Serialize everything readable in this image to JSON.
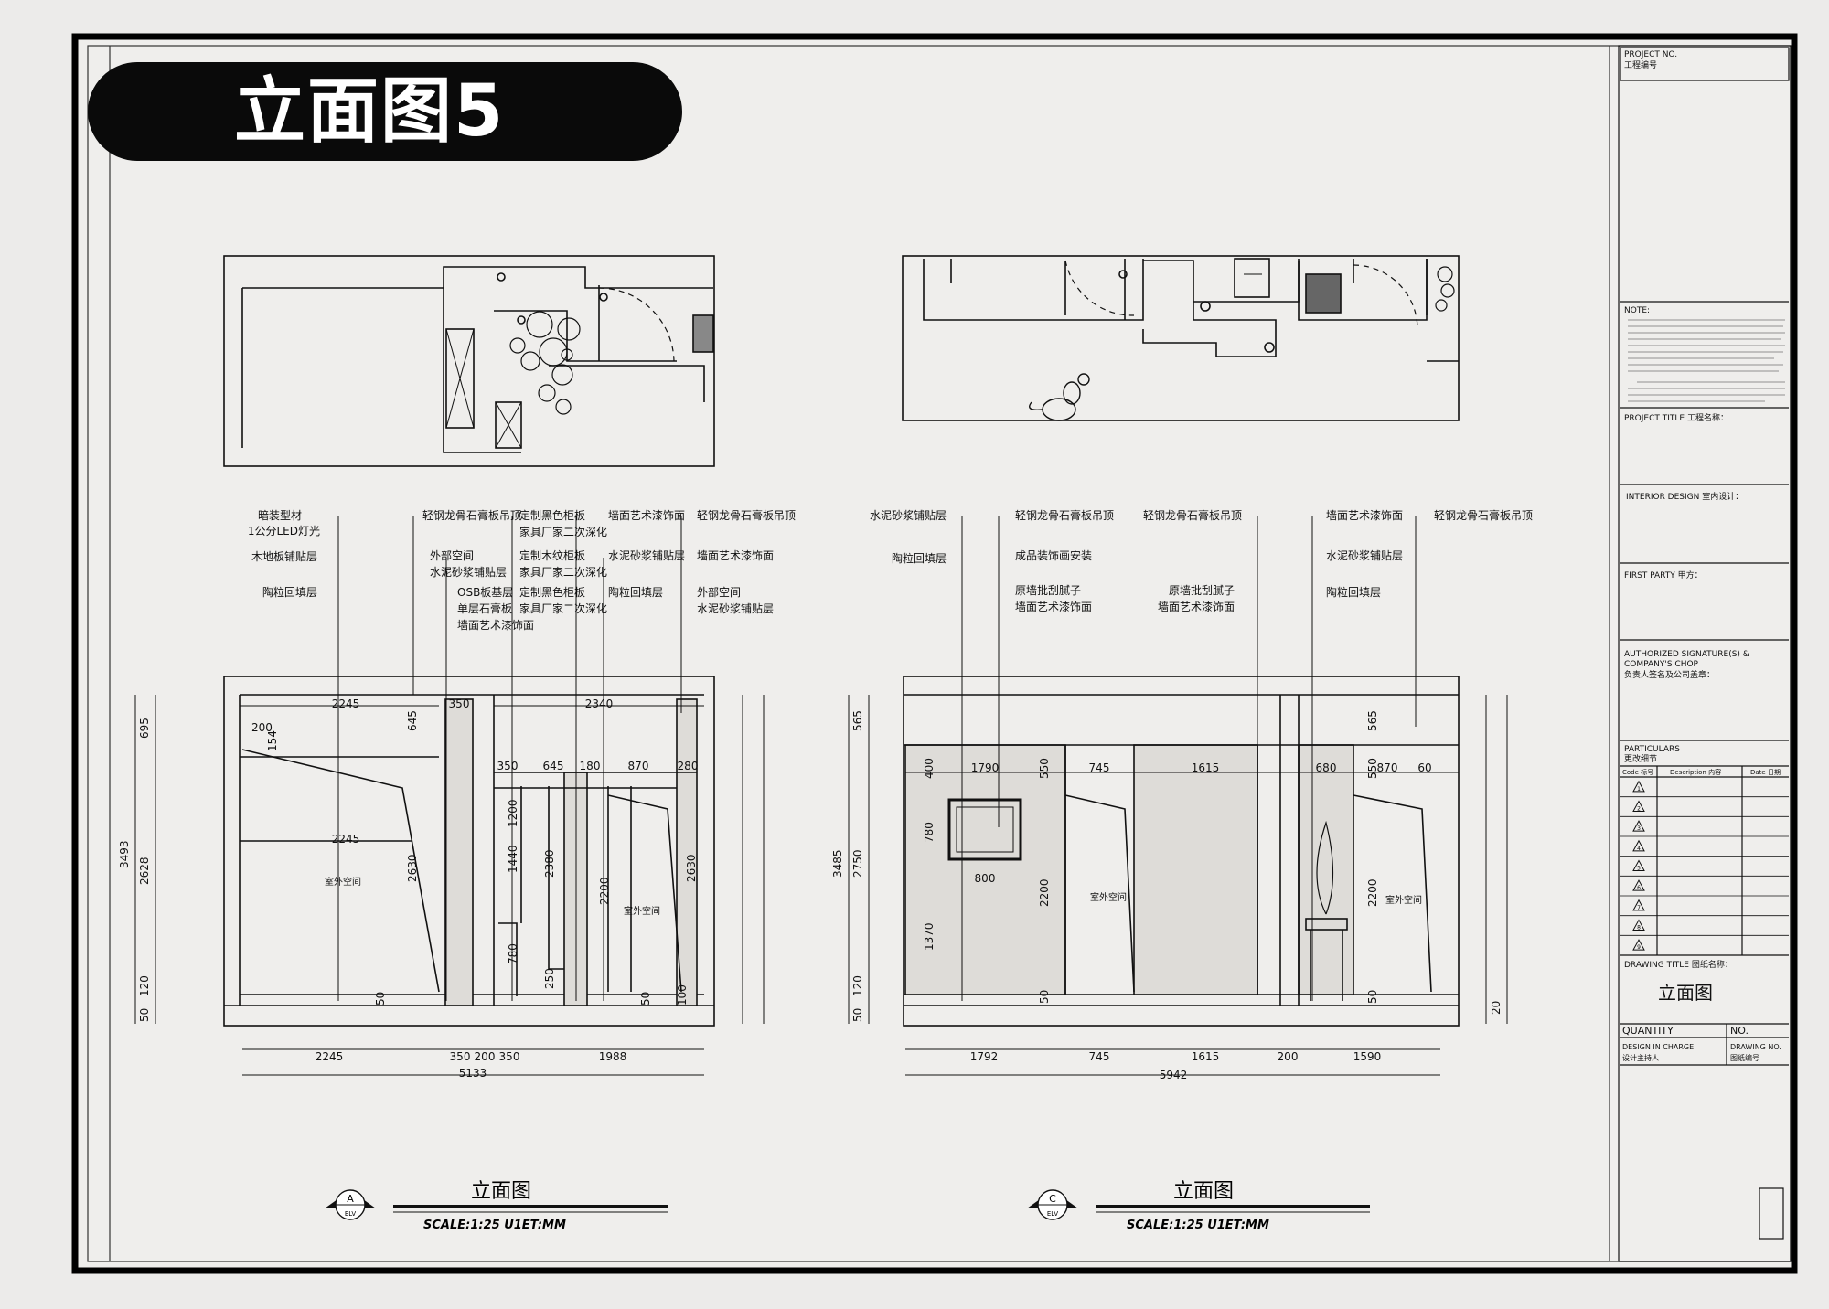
{
  "banner": {
    "title": "立面图5"
  },
  "elevation_a": {
    "view_label": "A",
    "view_sub": "ELV",
    "title": "立面图",
    "scale": "SCALE:1:25    U1ET:MM",
    "callouts_left": [
      "暗装型材",
      "1公分LED灯光",
      "木地板铺贴层",
      "陶粒回填层"
    ],
    "callouts_top": [
      "轻钢龙骨石膏板吊顶",
      "外部空间",
      "水泥砂浆铺贴层",
      "OSB板基层",
      "单层石膏板",
      "墙面艺术漆饰面",
      "定制黑色柜板",
      "家具厂家二次深化",
      "定制木纹柜板",
      "家具厂家二次深化",
      "定制黑色柜板",
      "家具厂家二次深化",
      "墙面艺术漆饰面",
      "水泥砂浆铺贴层",
      "陶粒回填层",
      "轻钢龙骨石膏板吊顶",
      "墙面艺术漆饰面",
      "外部空间",
      "水泥砂浆铺贴层"
    ],
    "dims_top": [
      "2245",
      "350",
      "2340"
    ],
    "dims_inner": [
      "2245",
      "350",
      "645",
      "180",
      "870",
      "280"
    ],
    "dims_vertical": [
      "200",
      "154",
      "645",
      "695",
      "2628",
      "3493",
      "120",
      "50",
      "1200",
      "1440",
      "2380",
      "2200",
      "2630",
      "2630",
      "780",
      "250",
      "50",
      "50",
      "100"
    ],
    "dims_bottom": [
      "2245",
      "350",
      "200",
      "350",
      "1988"
    ],
    "total": "5133",
    "room_label_1": "室外空间",
    "room_label_2": "室外空间"
  },
  "elevation_c": {
    "view_label": "C",
    "view_sub": "ELV",
    "title": "立面图",
    "scale": "SCALE:1:25    U1ET:MM",
    "callouts": [
      "水泥砂浆铺贴层",
      "陶粒回填层",
      "轻钢龙骨石膏板吊顶",
      "成品装饰画安装",
      "原墙批刮腻子",
      "墙面艺术漆饰面",
      "轻钢龙骨石膏板吊顶",
      "原墙批刮腻子",
      "墙面艺术漆饰面",
      "墙面艺术漆饰面",
      "水泥砂浆铺贴层",
      "陶粒回填层",
      "轻钢龙骨石膏板吊顶"
    ],
    "dims_inner": [
      "1790",
      "745",
      "1615",
      "680",
      "870",
      "60",
      "800"
    ],
    "dims_vertical": [
      "565",
      "2750",
      "3485",
      "120",
      "50",
      "400",
      "780",
      "1370",
      "550",
      "2200",
      "50",
      "565",
      "550",
      "2200",
      "50",
      "20"
    ],
    "dims_bottom": [
      "1792",
      "745",
      "1615",
      "200",
      "1590"
    ],
    "total": "5942",
    "room_label_1": "室外空间",
    "room_label_2": "室外空间"
  },
  "title_block": {
    "project_no": "PROJECT  NO.",
    "project_no_cn": "工程编号",
    "note_label": "NOTE:",
    "project_title": "PROJECT TITLE 工程名称：",
    "interior_design": "INTERIOR DESIGN 室内设计：",
    "first_party": "FIRST PARTY 甲方：",
    "authorized": "AUTHORIZED SIGNATURE(S) &",
    "company_chop": "COMPANY'S CHOP",
    "authorized_cn": "负责人签名及公司盖章：",
    "particulars": "PARTICULARS",
    "particulars_cn": "更改细节",
    "col_code": "Code 标号",
    "col_desc": "Description 内容",
    "col_date": "Date 日期",
    "rev_marks": [
      "1",
      "2",
      "3",
      "4",
      "5",
      "6",
      "7",
      "8",
      "9"
    ],
    "drawing_title": "DRAWING TITLE 图纸名称：",
    "drawing_name": "立面图",
    "quantity": "QUANTITY",
    "no": "NO.",
    "design_in_charge": "DESIGN IN CHARGE",
    "design_in_charge_cn": "设计主持人",
    "drawing_no": "DRAWING NO.",
    "drawing_no_cn": "图纸编号"
  }
}
